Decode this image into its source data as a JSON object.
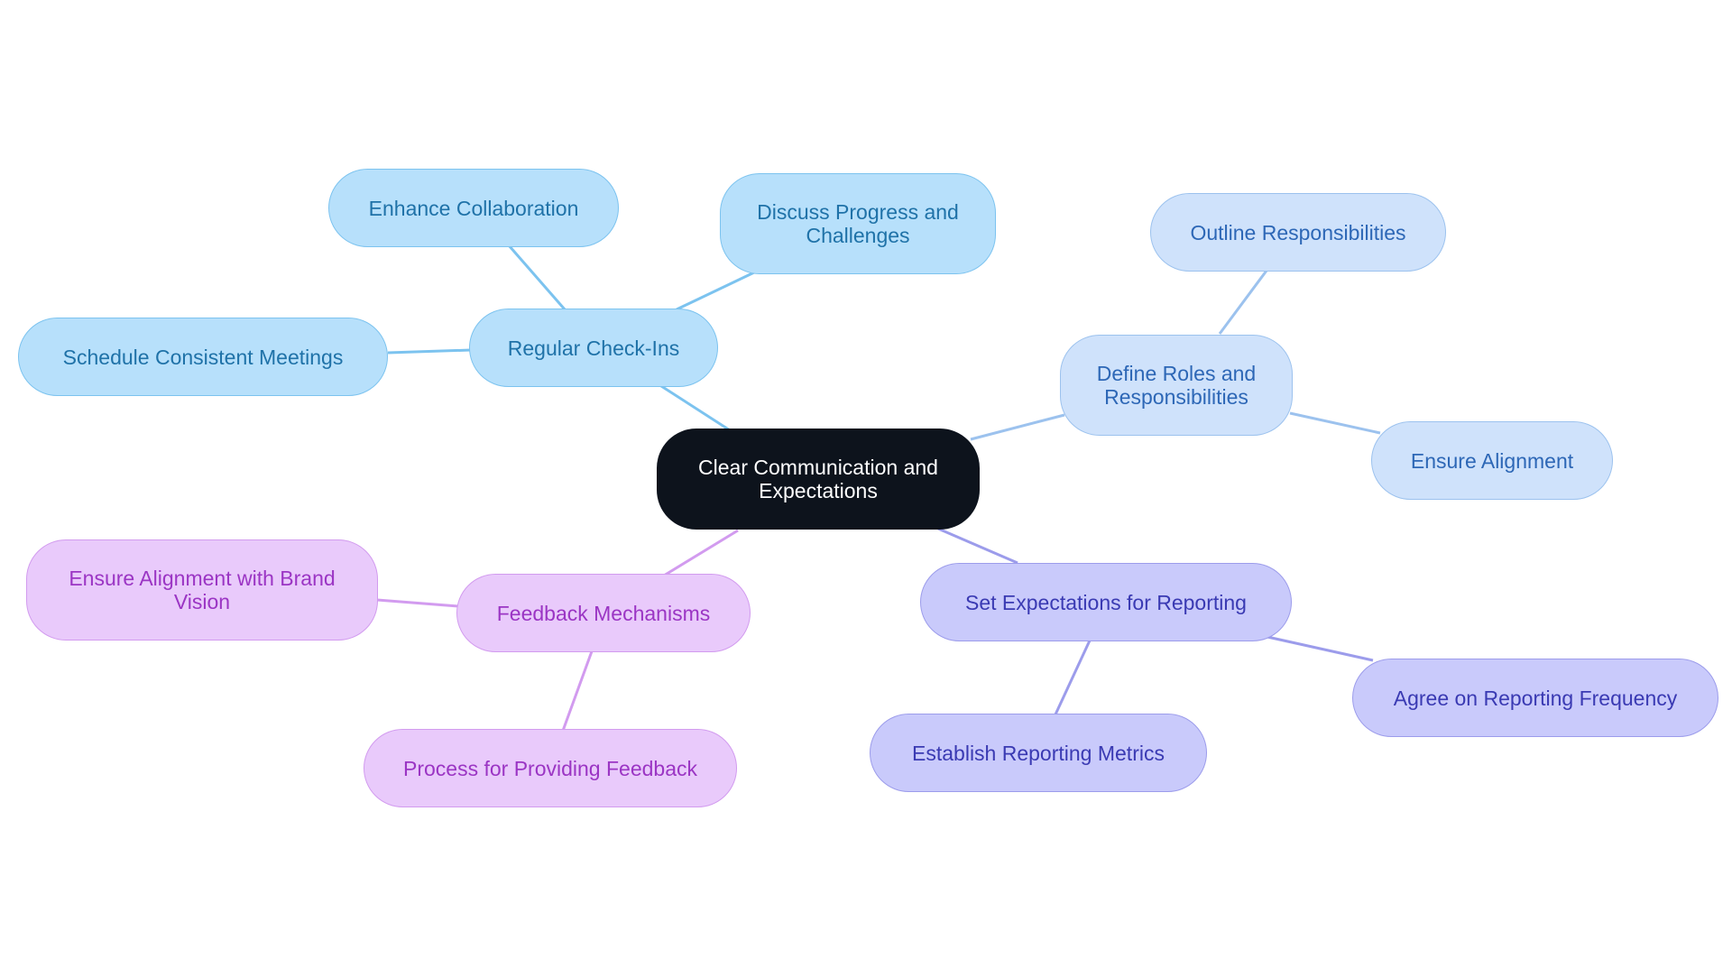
{
  "mindmap": {
    "root": {
      "label": "Clear Communication and Expectations"
    },
    "branches": {
      "regular_check_ins": {
        "label": "Regular Check-Ins",
        "children": {
          "enhance_collaboration": "Enhance Collaboration",
          "discuss_progress": "Discuss Progress and Challenges",
          "schedule_meetings": "Schedule Consistent Meetings"
        }
      },
      "define_roles": {
        "label": "Define Roles and Responsibilities",
        "children": {
          "outline_responsibilities": "Outline Responsibilities",
          "ensure_alignment": "Ensure Alignment"
        }
      },
      "set_expectations": {
        "label": "Set Expectations for Reporting",
        "children": {
          "agree_frequency": "Agree on Reporting Frequency",
          "establish_metrics": "Establish Reporting Metrics"
        }
      },
      "feedback_mechanisms": {
        "label": "Feedback Mechanisms",
        "children": {
          "ensure_brand_alignment": "Ensure Alignment with Brand Vision",
          "process_feedback": "Process for Providing Feedback"
        }
      }
    },
    "colors": {
      "root_fill": "#0d131c",
      "check_ins_edge": "#7cc3ef",
      "roles_edge": "#9cc2ee",
      "reporting_edge": "#9c9ceb",
      "feedback_edge": "#d29bef"
    }
  }
}
